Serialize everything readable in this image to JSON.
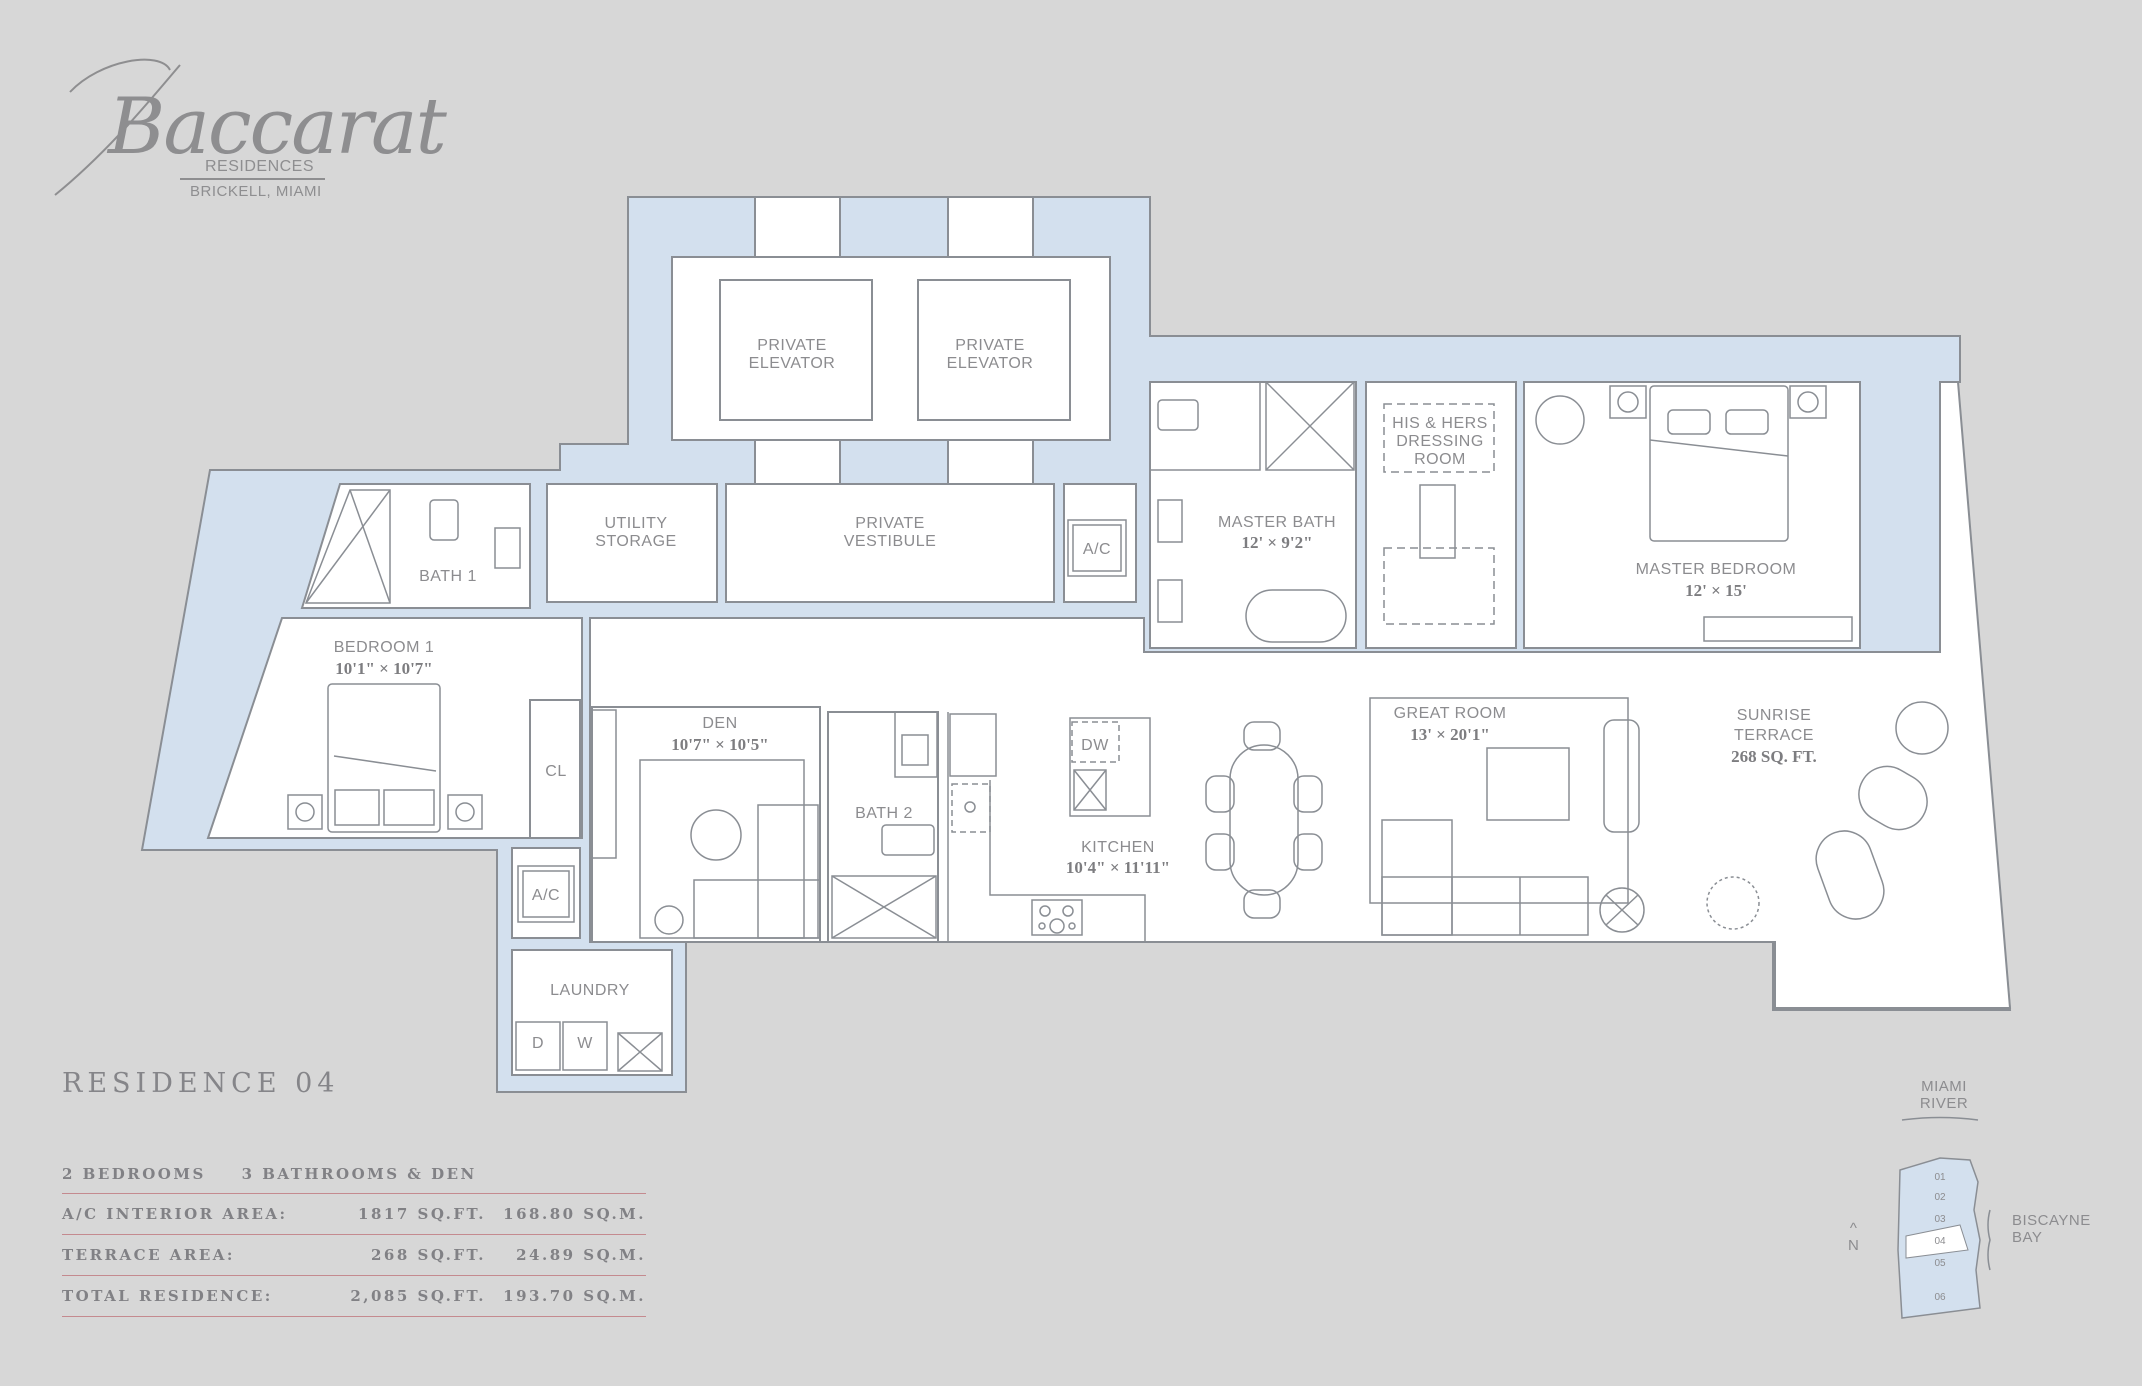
{
  "brand": {
    "name": "Baccarat",
    "line1": "RESIDENCES",
    "line2": "BRICKELL, MIAMI"
  },
  "residence": {
    "title": "RESIDENCE 04",
    "bedrooms": "2 BEDROOMS",
    "bathrooms": "3 BATHROOMS & DEN",
    "areas": [
      {
        "label": "A/C INTERIOR AREA:",
        "sqft": "1817 SQ.FT.",
        "sqm": "168.80 SQ.M."
      },
      {
        "label": "TERRACE AREA:",
        "sqft": "268 SQ.FT.",
        "sqm": "24.89 SQ.M."
      },
      {
        "label": "TOTAL RESIDENCE:",
        "sqft": "2,085 SQ.FT.",
        "sqm": "193.70 SQ.M."
      }
    ]
  },
  "rooms": {
    "elevator1": {
      "line1": "PRIVATE",
      "line2": "ELEVATOR"
    },
    "elevator2": {
      "line1": "PRIVATE",
      "line2": "ELEVATOR"
    },
    "utility": {
      "line1": "UTILITY",
      "line2": "STORAGE"
    },
    "vestibule": {
      "line1": "PRIVATE",
      "line2": "VESTIBULE"
    },
    "ac1": {
      "label": "A/C"
    },
    "ac2": {
      "label": "A/C"
    },
    "bath1": {
      "label": "BATH 1"
    },
    "bedroom1": {
      "label": "BEDROOM 1",
      "dims": "10'1\" × 10'7\""
    },
    "closet": {
      "label": "CL"
    },
    "den": {
      "label": "DEN",
      "dims": "10'7\" × 10'5\""
    },
    "bath2": {
      "label": "BATH 2"
    },
    "laundry": {
      "label": "LAUNDRY",
      "dryer": "D",
      "washer": "W"
    },
    "kitchen": {
      "label": "KITCHEN",
      "dims": "10'4\" × 11'11\"",
      "dishwasher": "DW"
    },
    "master_bath": {
      "label": "MASTER BATH",
      "dims": "12' × 9'2\""
    },
    "dressing": {
      "line1": "HIS & HERS",
      "line2": "DRESSING",
      "line3": "ROOM"
    },
    "master_bedroom": {
      "label": "MASTER BEDROOM",
      "dims": "12' × 15'"
    },
    "great_room": {
      "label": "GREAT ROOM",
      "dims": "13' × 20'1\""
    },
    "terrace": {
      "line1": "SUNRISE",
      "line2": "TERRACE",
      "area": "268 SQ. FT."
    }
  },
  "keyplan": {
    "river": {
      "line1": "MIAMI",
      "line2": "RIVER"
    },
    "bay": {
      "line1": "BISCAYNE",
      "line2": "BAY"
    },
    "north": "N",
    "units": [
      "01",
      "02",
      "03",
      "04",
      "05",
      "06"
    ],
    "highlighted": "04"
  },
  "colors": {
    "background": "#d7d7d7",
    "wall_fill": "#d3e0ee",
    "room_fill": "#ffffff",
    "line": "#8a8e94",
    "text": "#8c8c8f",
    "rule": "#c48a8f"
  }
}
